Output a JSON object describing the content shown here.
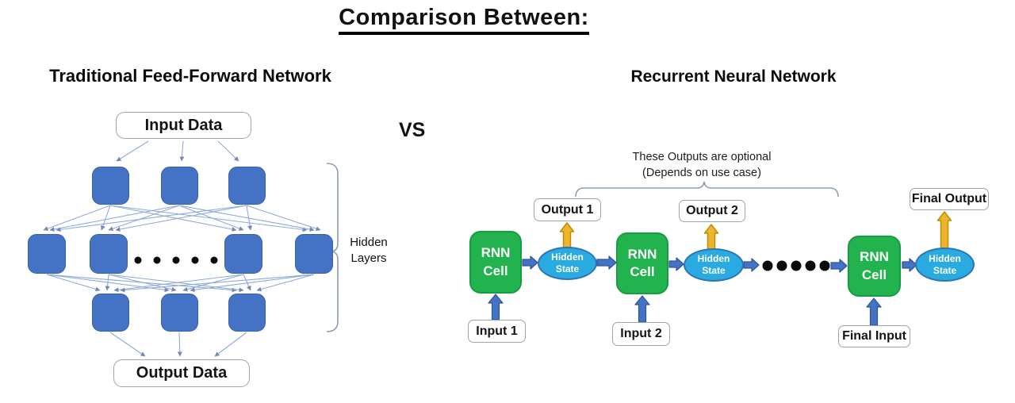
{
  "title": "Comparison Between:",
  "vs_label": "VS",
  "left_panel": {
    "heading": "Traditional Feed-Forward Network",
    "input_box": "Input Data",
    "output_box": "Output Data",
    "hidden_layers_label": "Hidden\nLayers"
  },
  "right_panel": {
    "heading": "Recurrent Neural Network",
    "note_line1": "These Outputs are optional",
    "note_line2": "(Depends on use case)",
    "cells": [
      "RNN\nCell",
      "RNN\nCell",
      "RNN\nCell"
    ],
    "hidden_states": [
      "Hidden\nState",
      "Hidden\nState",
      "Hidden\nState"
    ],
    "outputs": [
      "Output 1",
      "Output 2",
      "Final Output"
    ],
    "inputs": [
      "Input 1",
      "Input 2",
      "Final Input"
    ]
  },
  "palette": {
    "node-blue": "#4472C4",
    "node-blue-border": "#3A62A7",
    "line-blue": "#8EA9DB",
    "arrowhead": "#7487B5",
    "cell-green": "#22B24E",
    "cell-green-border": "#179C41",
    "state-cyan": "#29ABE2",
    "state-cyan-border": "#2E75B6",
    "arrow-gold": "#EDB52E",
    "arrow-gold-border": "#BD8D00",
    "block-blue": "#4472C4",
    "block-blue-border": "#2F5597",
    "box-border": "#9AA6B2",
    "bracket": "#8E9FB5",
    "dot-black": "#0A0A0A"
  }
}
